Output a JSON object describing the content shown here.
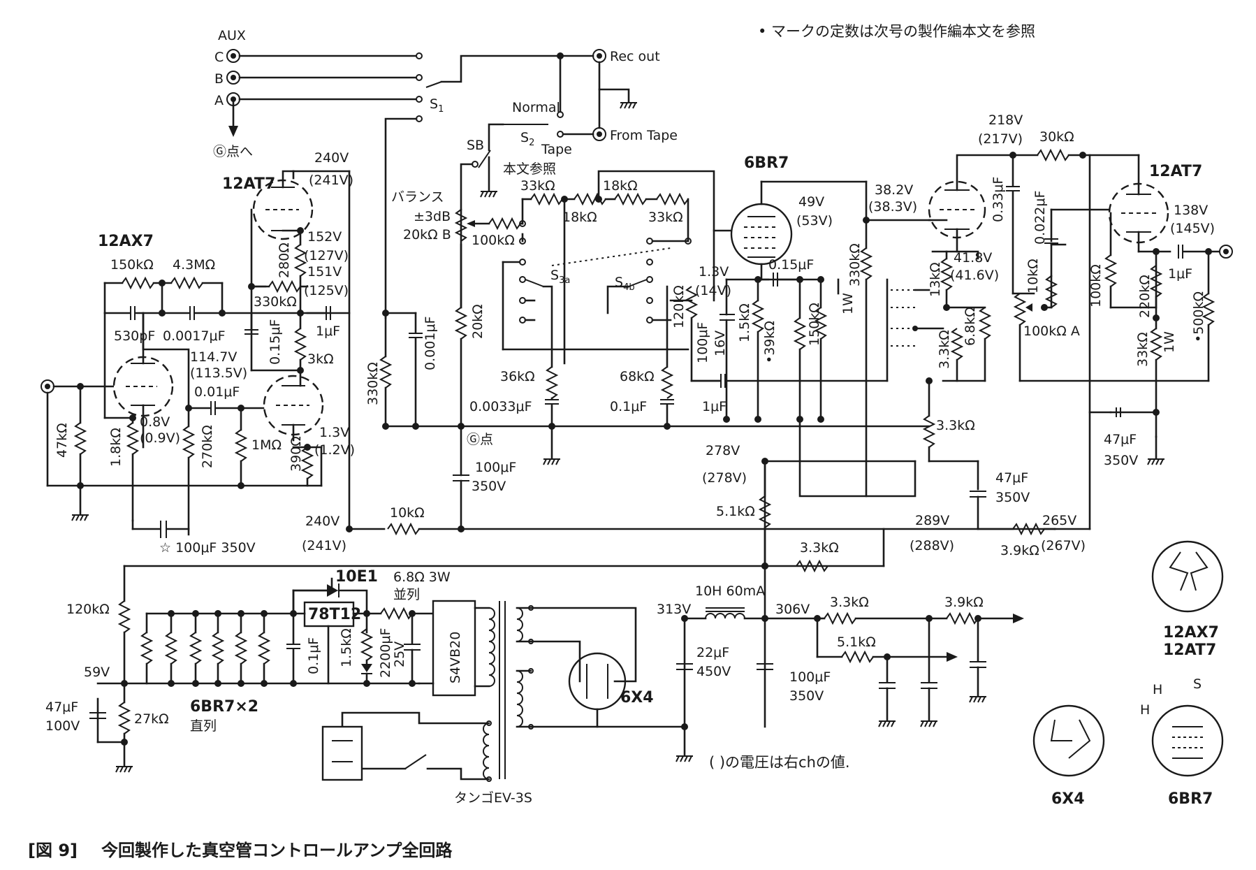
{
  "note_top": "• マークの定数は次号の製作編本文を参照",
  "note_bottom": "( )の電圧は右chの値.",
  "caption": {
    "figure_no": "[図 9]",
    "text": "今回製作した真空管コントロールアンプ全回路"
  },
  "aux": {
    "title": "AUX",
    "inputs": [
      "C",
      "B",
      "A"
    ],
    "to_g": "Ⓖ点へ",
    "switch_s1": "S",
    "switch_s1_sub": "1"
  },
  "tape": {
    "rec_out": "Rec out",
    "from_tape": "From Tape",
    "normal": "Normal",
    "tape": "Tape",
    "switch_s2": "S",
    "switch_s2_sub": "2",
    "sb": "SB",
    "ref": "本文参照"
  },
  "tubes": {
    "v1": "12AX7",
    "v2": "12AT7",
    "v3": "6BR7",
    "v4": "12AT7",
    "v5": "6X4"
  },
  "stage1": {
    "r_150k": "150kΩ",
    "r_4m3": "4.3MΩ",
    "c_530p": "530pF",
    "c_0017": "0.0017μF",
    "v_114": "114.7V",
    "v_113": "(113.5V)",
    "c_001a": "0.01μF",
    "r_47k": "47kΩ",
    "r_1k8": "1.8kΩ",
    "v_08": "0.8V",
    "v_09": "(0.9V)",
    "r_270k": "270kΩ",
    "r_1m": "1MΩ",
    "c_100u": "☆ 100μF 350V"
  },
  "stage2": {
    "v_240": "240V",
    "v_241": "(241V)",
    "r_280": "280Ω",
    "v_152": "152V",
    "v_127": "(127V)",
    "v_151": "151V",
    "v_125": "(125V)",
    "r_330k": "330kΩ",
    "c_015": "0.15μF",
    "c_1u": "1μF",
    "r_3k": "3kΩ",
    "r_390": "390Ω",
    "v_13": "1.3V",
    "v_12": "(1.2V)",
    "v_240b": "240V",
    "v_241b": "(241V)",
    "r_10k": "10kΩ"
  },
  "tone": {
    "balance": "バランス",
    "balance_db": "±3dB",
    "balance_pot": "20kΩ B",
    "r_33k": "33kΩ",
    "r_18k": "18kΩ",
    "r_18k2": "18kΩ",
    "r_33k2": "33kΩ",
    "r_100k": "100kΩ",
    "s3": "S",
    "s3_sub": "3a",
    "s4": "S",
    "s4_sub": "4b",
    "r_330k": "330kΩ",
    "c_0001": "0.001μF",
    "r_20k": "20kΩ",
    "r_36k": "36kΩ",
    "c_00033": "0.0033μF",
    "r_68k": "68kΩ",
    "c_01": "0.1μF",
    "g_point": "Ⓖ点",
    "c_100u": "100μF",
    "c_100u_v": "350V"
  },
  "stage3": {
    "v_49": "49V",
    "v_53": "(53V)",
    "v_13": "1.3V",
    "v_14": "(14V)",
    "c_015": "0.15μF",
    "r_120k": "120kΩ",
    "c_100u": "100μF",
    "c_100u_v": "16V",
    "r_15k": "1.5kΩ",
    "r_39k": "•39kΩ",
    "r_150k": "150kΩ",
    "r_330k": "330kΩ",
    "r_1w": "1W",
    "c_1u": "1μF",
    "v_382": "38.2V",
    "v_383": "(38.3V)",
    "v_278": "278V",
    "v_278b": "(278V)",
    "r_51k": "5.1kΩ"
  },
  "stage4": {
    "v_218": "218V",
    "v_217": "(217V)",
    "r_30k": "30kΩ",
    "c_033": "0.33μF",
    "c_0022": "0.022μF",
    "v_418": "41.8V",
    "v_416": "(41.6V)",
    "r_13k": "13kΩ",
    "r_68k": "6.8kΩ",
    "r_33k": "3.3kΩ",
    "r_33k_b": "3.3kΩ",
    "r_10k": "10kΩ",
    "pot_100k": "100kΩ A",
    "c_47u": "47μF",
    "c_47u_v": "350V",
    "v_289": "289V",
    "v_288": "(288V)",
    "r_39k": "3.9kΩ",
    "v_265": "265V",
    "v_267": "(267V)"
  },
  "stage5": {
    "v_138": "138V",
    "v_145": "(145V)",
    "c_1u": "1μF",
    "r_100k": "100kΩ",
    "r_220k": "220kΩ",
    "r_500k": "•500kΩ",
    "r_33k": "33kΩ",
    "r_1w": "1W",
    "c_47u": "47μF",
    "c_47u_v": "350V"
  },
  "psu": {
    "r_33k": "3.3kΩ",
    "regulator": "10E1",
    "ic": "78T12",
    "r_6r8": "6.8Ω 3W",
    "r_6r8b": "並列",
    "r_120k": "120kΩ",
    "v_59": "59V",
    "c_47u": "47μF",
    "c_47u_v": "100V",
    "r_27k": "27kΩ",
    "heaters": "6BR7×2",
    "heaters_b": "直列",
    "c_01u": "0.1μF",
    "r_15k": "1.5kΩ",
    "c_2200": "2200μF",
    "c_2200_v": "25V",
    "bridge": "S4VB20",
    "transformer": "タンゴEV-3S",
    "choke": "10H 60mA",
    "v_313": "313V",
    "c_22u": "22μF",
    "c_22u_v": "450V",
    "v_306": "306V",
    "c_100u": "100μF",
    "c_100u_v": "350V",
    "r_33k2": "3.3kΩ",
    "r_51k": "5.1kΩ",
    "r_39k": "3.9kΩ"
  },
  "pinouts": {
    "noval_a": "12AX7",
    "noval_b": "12AT7",
    "x4": "6X4",
    "br7": "6BR7",
    "h": "H",
    "s": "S"
  }
}
